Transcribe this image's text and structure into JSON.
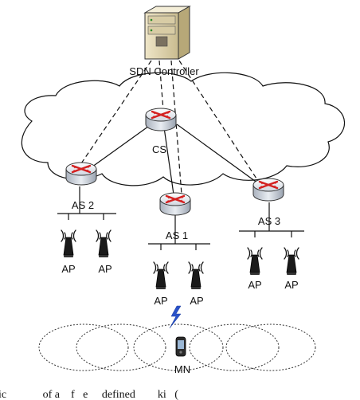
{
  "controller": {
    "label": "SDN Controller",
    "icon": "server-icon"
  },
  "core_switch": {
    "label": "CS",
    "icon": "router-icon"
  },
  "access_switches": [
    {
      "label": "AS 2",
      "icon": "router-icon"
    },
    {
      "label": "AS 1",
      "icon": "router-icon"
    },
    {
      "label": "AS 3",
      "icon": "router-icon"
    }
  ],
  "access_points": [
    {
      "label": "AP",
      "switch": "AS 2"
    },
    {
      "label": "AP",
      "switch": "AS 2"
    },
    {
      "label": "AP",
      "switch": "AS 1"
    },
    {
      "label": "AP",
      "switch": "AS 1"
    },
    {
      "label": "AP",
      "switch": "AS 3"
    },
    {
      "label": "AP",
      "switch": "AS 3"
    }
  ],
  "mobile_node": {
    "label": "MN",
    "icon": "mobile-phone-icon"
  },
  "caption": "ic             of a    f   e     defined        ki   (",
  "colors": {
    "link": "#111111",
    "router_body": "#dfe3ea",
    "router_x": "#d42020",
    "lightning": "#2a52c9"
  }
}
